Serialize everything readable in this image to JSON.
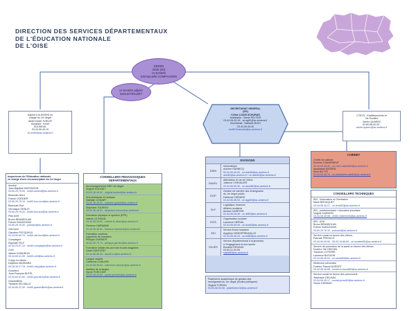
{
  "title": {
    "line1": "DIRECTION DES SERVICES DÉPARTEMENTAUX",
    "line2": "DE L'ÉDUCATION NATIONALE",
    "line3": "DE L'OISE"
  },
  "colors": {
    "oval_fill": "#a98fd6",
    "secretariat_fill": "#c7d6f0",
    "pedagogues_fill": "#a8cf8a",
    "divisions_fill": "#c9d6ef",
    "cabinet_fill": "#e79a86",
    "map_fill": "#c9a6d9",
    "connector": "#4a6aa8"
  },
  "dasen": [
    "DSDEN",
    "OISE (60)",
    "IA-DASEN",
    "Emmanuelle COMPAGNON"
  ],
  "adjoint": [
    "IA-DASEN adjoint",
    "Samuel ROUZET"
  ],
  "adjoint_left": [
    "Adjoint à la DASEN en",
    "charge du 1er degré",
    "Abdel Kader KHELIFI",
    "Assistant : Kévin",
    "DOUDEUIL",
    "03.44.06.45.19",
    "ce.ien60@ac-amiens.fr"
  ],
  "secretariat": [
    "SECRETARIAT GENERAL",
    "(SG)",
    "Céline LOUIS SCHURAN",
    "Assistante : Sarah PELTIER",
    "03.44.06.45.18 - ce.sg60@ac-amiens.fr",
    "Secrétariat : Nathalie BLED",
    "03.44.06.45.26",
    "sec60.beauvais@ac-amiens.fr"
  ],
  "ctevs": [
    "CTEVS - Etablissements et",
    "Vie Scolaire",
    "Xavier QUAREZ",
    "03.60.56.40.30 -",
    "xavier.quarez@ac-amiens.fr"
  ],
  "inspectors": {
    "header": [
      "Inspecteurs de l'Education nationale",
      "en charge d'une circonscription du 1er degré"
    ],
    "entries": [
      [
        "Auneuil",
        "Jean-Baptiste MAYENSON",
        "03.60.29.76.00 - ien60.auneuil@ac-amiens.fr"
      ],
      [
        "Beauvais Nord",
        "Franck CORDIER",
        "03.60.29.76.10 - ien60.bvs.nord@ac-amiens.fr"
      ],
      [
        "Beauvais Sud",
        "Véronique GENLIS",
        "03.60.29.76.20 - ien60.bvs.sud@ac-amiens.fr"
      ],
      [
        "Pôle ASH",
        "Bruno BRANDOLAN",
        "Franck SAHAGUIAN",
        "03.60.29.76.30 - poleash@ac-amiens.fr"
      ],
      [
        "Clermont",
        "Claudine PECQUEUX",
        "03.44.50.80.70 - ien60.clermont@ac-amiens.fr"
      ],
      [
        "Compiègne",
        "Raphaël TELF",
        "03.44.23.57.10 - ien60.compiegne@ac-amiens.fr"
      ],
      [
        "Creil",
        "Valérie GONDRON",
        "03.44.60.41.30 - ien60.creil@ac-amiens.fr"
      ],
      [
        "Crépy-en-Valois",
        "Delphine MASKARA",
        "06.18.18.17.76 - ien60.crepy@ac-amiens.fr"
      ],
      [
        "Gouvieux",
        "Jean-François BUTEL",
        "03.44.62.51.50 - ien60.gouvieux@ac-amiens.fr"
      ],
      [
        "Grandvilliers",
        "Tiphaine DELSALLE",
        "03.44.80.22.30 - ien60.grandvilliers@ac-amiens.fr"
      ]
    ]
  },
  "pedagogues": {
    "header": [
      "CONSEILLERS PEDAGOGIQUES",
      "DEPARTEMENTAUX"
    ],
    "entries": [
      [
        "Accompagnement GRH 1er degré",
        "Virginie KOLNIET",
        "03.60.36.40.62 - virginie.kolniet@ac-amiens.fr"
      ],
      [
        "Arts plastiques et musique",
        "Nathalie GODART",
        "03.60.36.40.61 - nathalie.godart@ac-amiens.fr"
      ],
      [
        "Stéphane TOURON",
        "03.60.36.40.61 - stephane.touron@ac-amiens.fr"
      ],
      [
        "Education physique et sportive (EPS)",
        "Valérie LE BIHAN",
        "03.44.06.45.62 - valerie.le-bihan@ac-amiens.fr"
      ],
      [
        "Florence HARMAND",
        "03.44.06.45.62 - florence.harmand@ac-amiens.fr"
      ],
      [
        "Formation continue",
        "Ingénierie de formation",
        "Philippe GARNIER",
        "06.62.93.79.79 - philippe.garnier@ac-amiens.fr"
      ],
      [
        "Formation initiale des prof des écoles stagiaires",
        "David SANTIGNY",
        "03.44.06.45.33 - david-n.s@ac-amiens.fr"
      ],
      [
        "Langue vivante",
        "Catherine CHAUVIN",
        "03.44.06.45.63 - catherine.chauvin@ac-amiens.fr"
      ],
      [
        "Maîtrise de la langue",
        "Sylvie PORCHER",
        "03.60.36.40.62 - sylvie.porcher@ac-amiens.fr"
      ]
    ]
  },
  "divisions": {
    "header": "DIVISIONS",
    "rows": [
      {
        "code": "DSIN",
        "lines": [
          "Informatique",
          "Antoine HANNICQ",
          "03.44.06.45.30 - ce.dsin60@ac-amiens.fr",
          "dsin60@ac-amiens.fr / ce.dsin60@ac-amiens.fr"
        ]
      },
      {
        "code": "DAVEL",
        "lines": [
          "Affectation et vie de l'élève",
          "Julienne CHEVALIER",
          "03.44.06.45.30 - ce.davel60@ac-amiens.fr"
        ]
      },
      {
        "code": "DGP",
        "lines": [
          "Gestion de carrière des enseignants",
          "du 1er degré public",
          "Fabienne GERARD",
          "03.44.06.45.53 - ce.dgp60@ac-amiens.fr"
        ]
      },
      {
        "code": "DLF",
        "lines": [
          "Logistique, finances",
          "Affaires scolaires",
          "Amaud GARESSE",
          "03.44.06.45.46 - ce.dlf60@ac-amiens.fr"
        ]
      },
      {
        "code": "DOS",
        "lines": [
          "Organisation scolaire",
          "Laurence HERVAL",
          "03.44.06.45.49 - ce.dos60@ac-amiens.fr"
        ]
      },
      {
        "code": "SEI",
        "lines": [
          "Service Ecole Inclusive",
          "Angeline DESESPRINGALLE",
          "03.44.06.45.25 - ce.sei60@ac-amiens.fr"
        ]
      },
      {
        "code": "SDJES",
        "lines": [
          "Service départemental à la jeunesse,",
          "à l'engagement et aux sports",
          "Bouabid RENGAD",
          "03.60.01.93.95",
          "sdjes60@ac-amiens.fr"
        ]
      }
    ]
  },
  "plateforme": [
    "Plateforme académique de gestion des",
    "enseignants du 1er degré (écoles publiques)",
    "Virginie FORDIN",
    "03.60.56.40.08 - plateforme1d@ac-amiens.fr"
  ],
  "cabinet": {
    "header": "CABINET",
    "lines": [
      "Cheffe de cabinet",
      "Emeline CHAMPNEUF",
      "03.44.06.45.00 - ce.chef-cabinet60@ac-amiens.fr",
      "Assistante DASSEN",
      "Ellen BOTTE",
      "03.44.06.45.10 - ce.assistante-cab60@ac-amiens.fr"
    ]
  },
  "technical": {
    "header": "CONSEILLERS TECHNIQUES",
    "entries": [
      [
        "IEN - Information et Orientation",
        "Marie BROUQUET",
        "03.44.06.45.07 - ce.ienio60@ac-amiens.fr"
      ],
      [
        "IEN - préélémentaire / éducation prioritaire",
        "Virginie DARMON",
        "03.44.06.45.58 - ien60.maternelle@ac-amiens.fr"
      ],
      [
        "IEN - ASH",
        "Bruno BRANDOLAN",
        "Franck SAHAGUIAN",
        "03.60.29.76.30 - poleash@ac-amiens.fr"
      ],
      [
        "Service social en faveur des élèves",
        "Pascale FREVILLE",
        "03.44.06.45.50 - 06.03.19.66.69 - ce.socialel60@ac-amiens.fr"
      ],
      [
        "Service de promotion de la santé en faveur des élèves",
        "Docteur Ole HEDOIN",
        "Yohanne LOTSERE",
        "Laurence BOSSON",
        "03.44.06.45.91 - ce.sante60@ac-amiens.fr"
      ],
      [
        "Médecine préventive",
        "Docteur Pascal QUENOT",
        "03.44.06.45.88 - medecin-travail60@ac-amiens.fr"
      ],
      [
        "Service social en faveur des personnels",
        "Stéphanie DELAVAL",
        "03.44.06.45.17 - social-perso60@ac-amiens.fr",
        "Xavier DURAND"
      ]
    ]
  }
}
